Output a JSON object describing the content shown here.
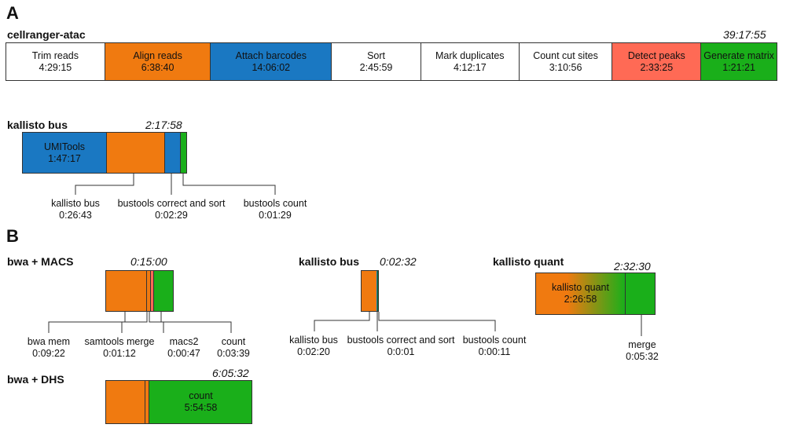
{
  "panels": {
    "a": "A",
    "b": "B"
  },
  "colors": {
    "orange": "#f07a10",
    "blue": "#1a78c2",
    "green": "#1aaf1a",
    "red": "#ff6a55",
    "white": "#ffffff",
    "darkgreen": "#0e6b1e"
  },
  "cellranger": {
    "title": "cellranger-atac",
    "total": "39:17:55",
    "stages": [
      {
        "name": "Trim reads",
        "time": "4:29:15",
        "color": "#ffffff"
      },
      {
        "name": "Align reads",
        "time": "6:38:40",
        "color": "#f07a10"
      },
      {
        "name": "Attach barcodes",
        "time": "14:06:02",
        "color": "#1a78c2"
      },
      {
        "name": "Sort",
        "time": "2:45:59",
        "color": "#ffffff"
      },
      {
        "name": "Mark duplicates",
        "time": "4:12:17",
        "color": "#ffffff"
      },
      {
        "name": "Count cut sites",
        "time": "3:10:56",
        "color": "#ffffff"
      },
      {
        "name": "Detect peaks",
        "time": "2:33:25",
        "color": "#ff6a55"
      },
      {
        "name": "Generate matrix",
        "time": "1:21:21",
        "color": "#1aaf1a"
      }
    ]
  },
  "kbA": {
    "title": "kallisto bus",
    "total": "2:17:58",
    "segment_label": {
      "name": "UMITools",
      "time": "1:47:17"
    },
    "labels": [
      {
        "name": "kallisto bus",
        "time": "0:26:43"
      },
      {
        "name": "bustools correct and sort",
        "time": "0:02:29"
      },
      {
        "name": "bustools count",
        "time": "0:01:29"
      }
    ]
  },
  "bwaMacs": {
    "title": "bwa + MACS",
    "total": "0:15:00",
    "labels": [
      {
        "name": "bwa mem",
        "time": "0:09:22"
      },
      {
        "name": "samtools merge",
        "time": "0:01:12"
      },
      {
        "name": "macs2",
        "time": "0:00:47"
      },
      {
        "name": "count",
        "time": "0:03:39"
      }
    ]
  },
  "bwaDhs": {
    "title": "bwa + DHS",
    "total": "6:05:32",
    "segment_label": {
      "name": "count",
      "time": "5:54:58"
    }
  },
  "kbB": {
    "title": "kallisto bus",
    "total": "0:02:32",
    "labels": [
      {
        "name": "kallisto bus",
        "time": "0:02:20"
      },
      {
        "name": "bustools correct and sort",
        "time": "0:0:01"
      },
      {
        "name": "bustools count",
        "time": "0:00:11"
      }
    ]
  },
  "kq": {
    "title": "kallisto quant",
    "total": "2:32:30",
    "segment_label": {
      "name": "kallisto quant",
      "time": "2:26:58"
    },
    "labels": [
      {
        "name": "merge",
        "time": "0:05:32"
      }
    ]
  }
}
